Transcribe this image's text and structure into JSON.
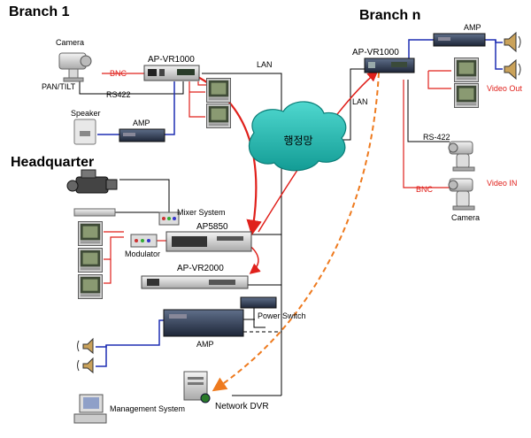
{
  "sections": {
    "branch1": "Branch 1",
    "branchn": "Branch n",
    "headquarter": "Headquarter"
  },
  "branch1": {
    "camera": "Camera",
    "pan_tilt": "PAN/TILT",
    "bnc": "BNC",
    "rs422": "RS422",
    "recorder": "AP-VR1000",
    "speaker": "Speaker",
    "amp": "AMP",
    "lan": "LAN"
  },
  "branchn": {
    "recorder": "AP-VR1000",
    "amp": "AMP",
    "lan": "LAN",
    "video_out": "Video Out",
    "rs422": "RS-422",
    "video_in": "Video IN",
    "bnc": "BNC",
    "camera": "Camera"
  },
  "network": {
    "cloud_label": "행정망"
  },
  "headquarter": {
    "mixer": "Mixer System",
    "ap5850": "AP5850",
    "modulator": "Modulator",
    "recorder": "AP-VR2000",
    "power_switch": "Power Switch",
    "amp": "AMP",
    "network_dvr": "Network DVR",
    "management": "Management System"
  },
  "colors": {
    "blue_link": "#1f2fb4",
    "red_link": "#e0201b",
    "orange_link": "#ee7a1e",
    "cloud": "#1fb8b0",
    "black_line": "#000000"
  }
}
